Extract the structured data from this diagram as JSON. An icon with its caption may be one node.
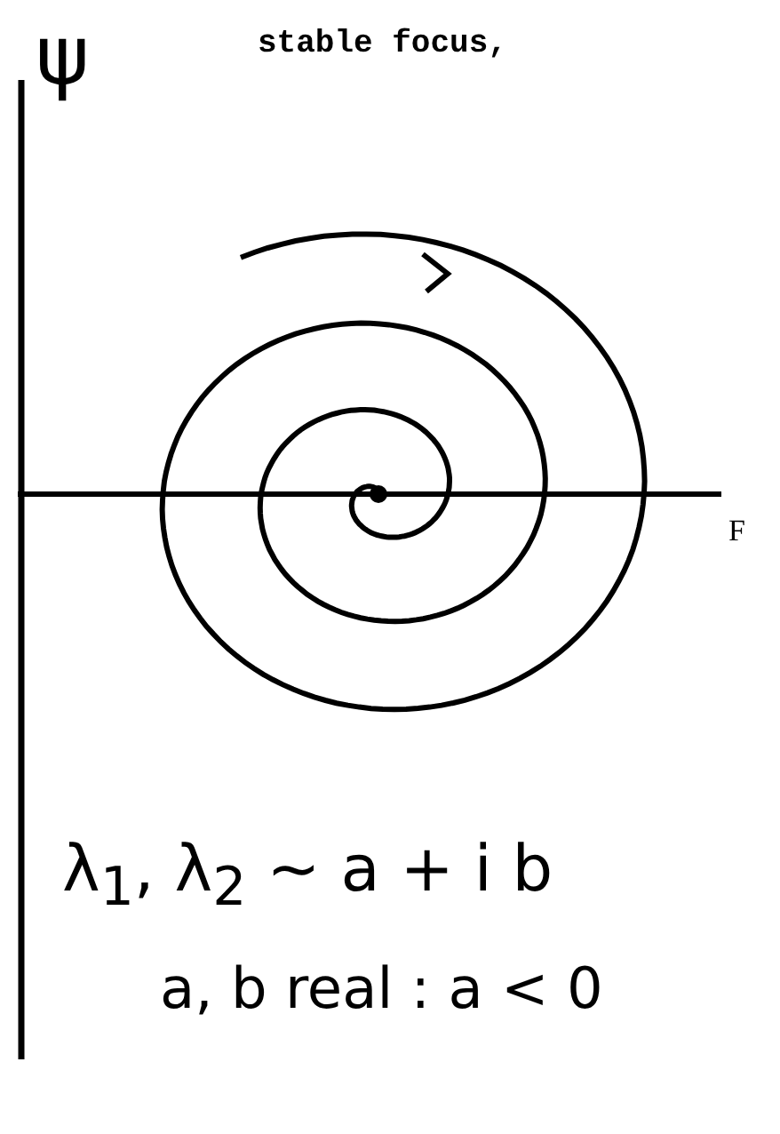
{
  "diagram": {
    "labels": [
      "ψ",
      "stable focus,",
      "F",
      "λ$_{1}$, λ$_{2}$ ~ a + i b",
      "a, b real : a < 0"
    ]
  }
}
